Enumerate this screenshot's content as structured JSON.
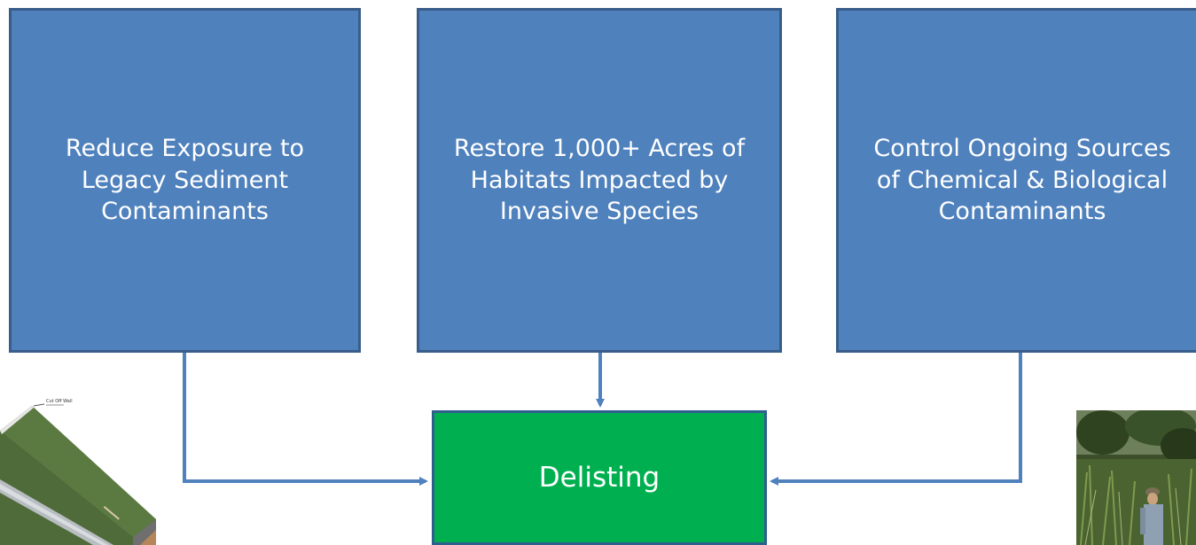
{
  "boxes": {
    "box1": {
      "line1": "Reduce Exposure to",
      "line2": "Legacy Sediment",
      "line3": "Contaminants"
    },
    "box2": {
      "line1": "Restore 1,000+ Acres of",
      "line2": "Habitats Impacted by",
      "line3": "Invasive Species"
    },
    "box3": {
      "line1": "Control Ongoing Sources",
      "line2": "of Chemical & Biological",
      "line3": "Contaminants"
    },
    "delisting": {
      "label": "Delisting"
    }
  },
  "images": {
    "left_diagram": {
      "caption": "Cut Off Wall"
    }
  },
  "colors": {
    "box_fill": "#4f81bd",
    "box_border": "#385d8a",
    "delisting_fill": "#00b050",
    "connector": "#4f81bd",
    "text": "#ffffff"
  }
}
